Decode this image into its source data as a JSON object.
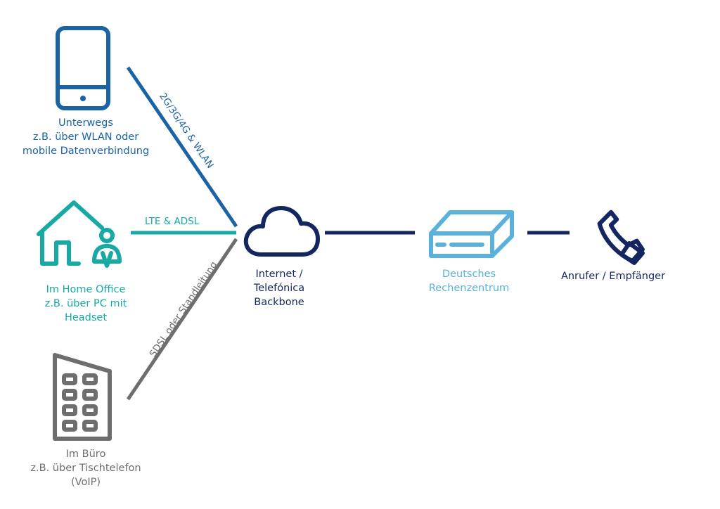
{
  "nodes": {
    "mobile": {
      "lines": [
        "Unterwegs",
        "z.B. über WLAN oder",
        "mobile Datenverbindung"
      ],
      "icon": "smartphone-icon"
    },
    "home": {
      "lines": [
        "Im Home Office",
        "z.B. über PC mit",
        "Headset"
      ],
      "icon": "house-person-icon"
    },
    "office": {
      "lines": [
        "Im Büro",
        "z.B. über Tischtelefon",
        "(VoIP)"
      ],
      "icon": "office-building-icon"
    },
    "cloud": {
      "lines": [
        "Internet /",
        "Telefónica",
        "Backbone"
      ],
      "icon": "cloud-icon"
    },
    "datacenter": {
      "lines": [
        "Deutsches",
        "Rechenzentrum"
      ],
      "icon": "server-icon"
    },
    "phone": {
      "lines": [
        "Anrufer / Empfänger"
      ],
      "icon": "phone-handset-icon"
    }
  },
  "connections": {
    "mobile": "2G/3G/4G & WLAN",
    "home": "LTE & ADSL",
    "office": "SDSL oder Standleitung"
  },
  "colors": {
    "blue": "#1a63a6",
    "teal": "#17a9a4",
    "grey": "#6e6e6e",
    "navy": "#13265f",
    "light": "#5ab2dc"
  }
}
